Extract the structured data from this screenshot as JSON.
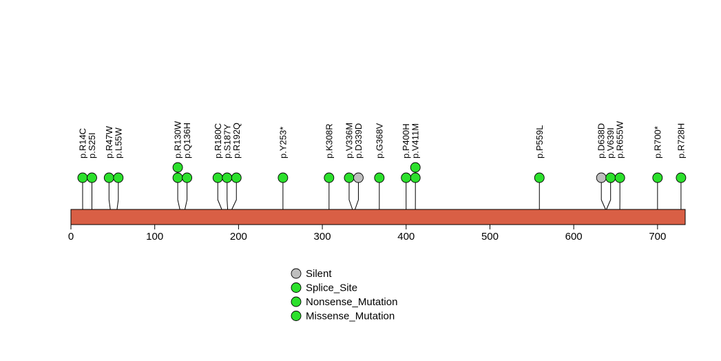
{
  "chart_data": {
    "type": "lollipop",
    "title": "",
    "protein_length": 733,
    "axis_ticks": [
      0,
      100,
      200,
      300,
      400,
      500,
      600,
      700
    ],
    "bar_color": "#D95F45",
    "mutation_colors": {
      "Silent": "#BEBEBE",
      "Splice_Site": "#2CE02C",
      "Nonsense_Mutation": "#2CE02C",
      "Missense_Mutation": "#2CE02C"
    },
    "mutations": [
      {
        "label": "p.R14C",
        "pos": 14,
        "count": 1,
        "type": "Missense_Mutation"
      },
      {
        "label": "p.S25I",
        "pos": 25,
        "count": 1,
        "type": "Missense_Mutation"
      },
      {
        "label": "p.R47W",
        "pos": 47,
        "count": 1,
        "type": "Missense_Mutation"
      },
      {
        "label": "p.L55W",
        "pos": 55,
        "count": 1,
        "type": "Missense_Mutation"
      },
      {
        "label": "p.R130W",
        "pos": 130,
        "count": 2,
        "type": "Missense_Mutation"
      },
      {
        "label": "p.Q136H",
        "pos": 136,
        "count": 1,
        "type": "Missense_Mutation"
      },
      {
        "label": "p.R180C",
        "pos": 180,
        "count": 1,
        "type": "Missense_Mutation"
      },
      {
        "label": "p.S187Y",
        "pos": 187,
        "count": 1,
        "type": "Missense_Mutation"
      },
      {
        "label": "p.R192Q",
        "pos": 192,
        "count": 1,
        "type": "Missense_Mutation"
      },
      {
        "label": "p.Y253*",
        "pos": 253,
        "count": 1,
        "type": "Nonsense_Mutation"
      },
      {
        "label": "p.K308R",
        "pos": 308,
        "count": 1,
        "type": "Missense_Mutation"
      },
      {
        "label": "p.V336M",
        "pos": 336,
        "count": 1,
        "type": "Missense_Mutation"
      },
      {
        "label": "p.D339D",
        "pos": 339,
        "count": 1,
        "type": "Silent"
      },
      {
        "label": "p.G368V",
        "pos": 368,
        "count": 1,
        "type": "Missense_Mutation"
      },
      {
        "label": "p.P400H",
        "pos": 400,
        "count": 1,
        "type": "Missense_Mutation"
      },
      {
        "label": "p.V411M",
        "pos": 411,
        "count": 2,
        "type": "Missense_Mutation"
      },
      {
        "label": "p.P559L",
        "pos": 559,
        "count": 1,
        "type": "Missense_Mutation"
      },
      {
        "label": "p.D638D",
        "pos": 638,
        "count": 1,
        "type": "Silent"
      },
      {
        "label": "p.V639I",
        "pos": 639,
        "count": 1,
        "type": "Missense_Mutation"
      },
      {
        "label": "p.R655W",
        "pos": 655,
        "count": 1,
        "type": "Missense_Mutation"
      },
      {
        "label": "p.R700*",
        "pos": 700,
        "count": 1,
        "type": "Nonsense_Mutation"
      },
      {
        "label": "p.R728H",
        "pos": 728,
        "count": 1,
        "type": "Missense_Mutation"
      }
    ],
    "legend": [
      {
        "label": "Silent",
        "color": "#BEBEBE"
      },
      {
        "label": "Splice_Site",
        "color": "#2CE02C"
      },
      {
        "label": "Nonsense_Mutation",
        "color": "#2CE02C"
      },
      {
        "label": "Missense_Mutation",
        "color": "#2CE02C"
      }
    ],
    "layout": {
      "legend_position": "bottom-center",
      "label_rotation": -90,
      "grid": false
    }
  }
}
